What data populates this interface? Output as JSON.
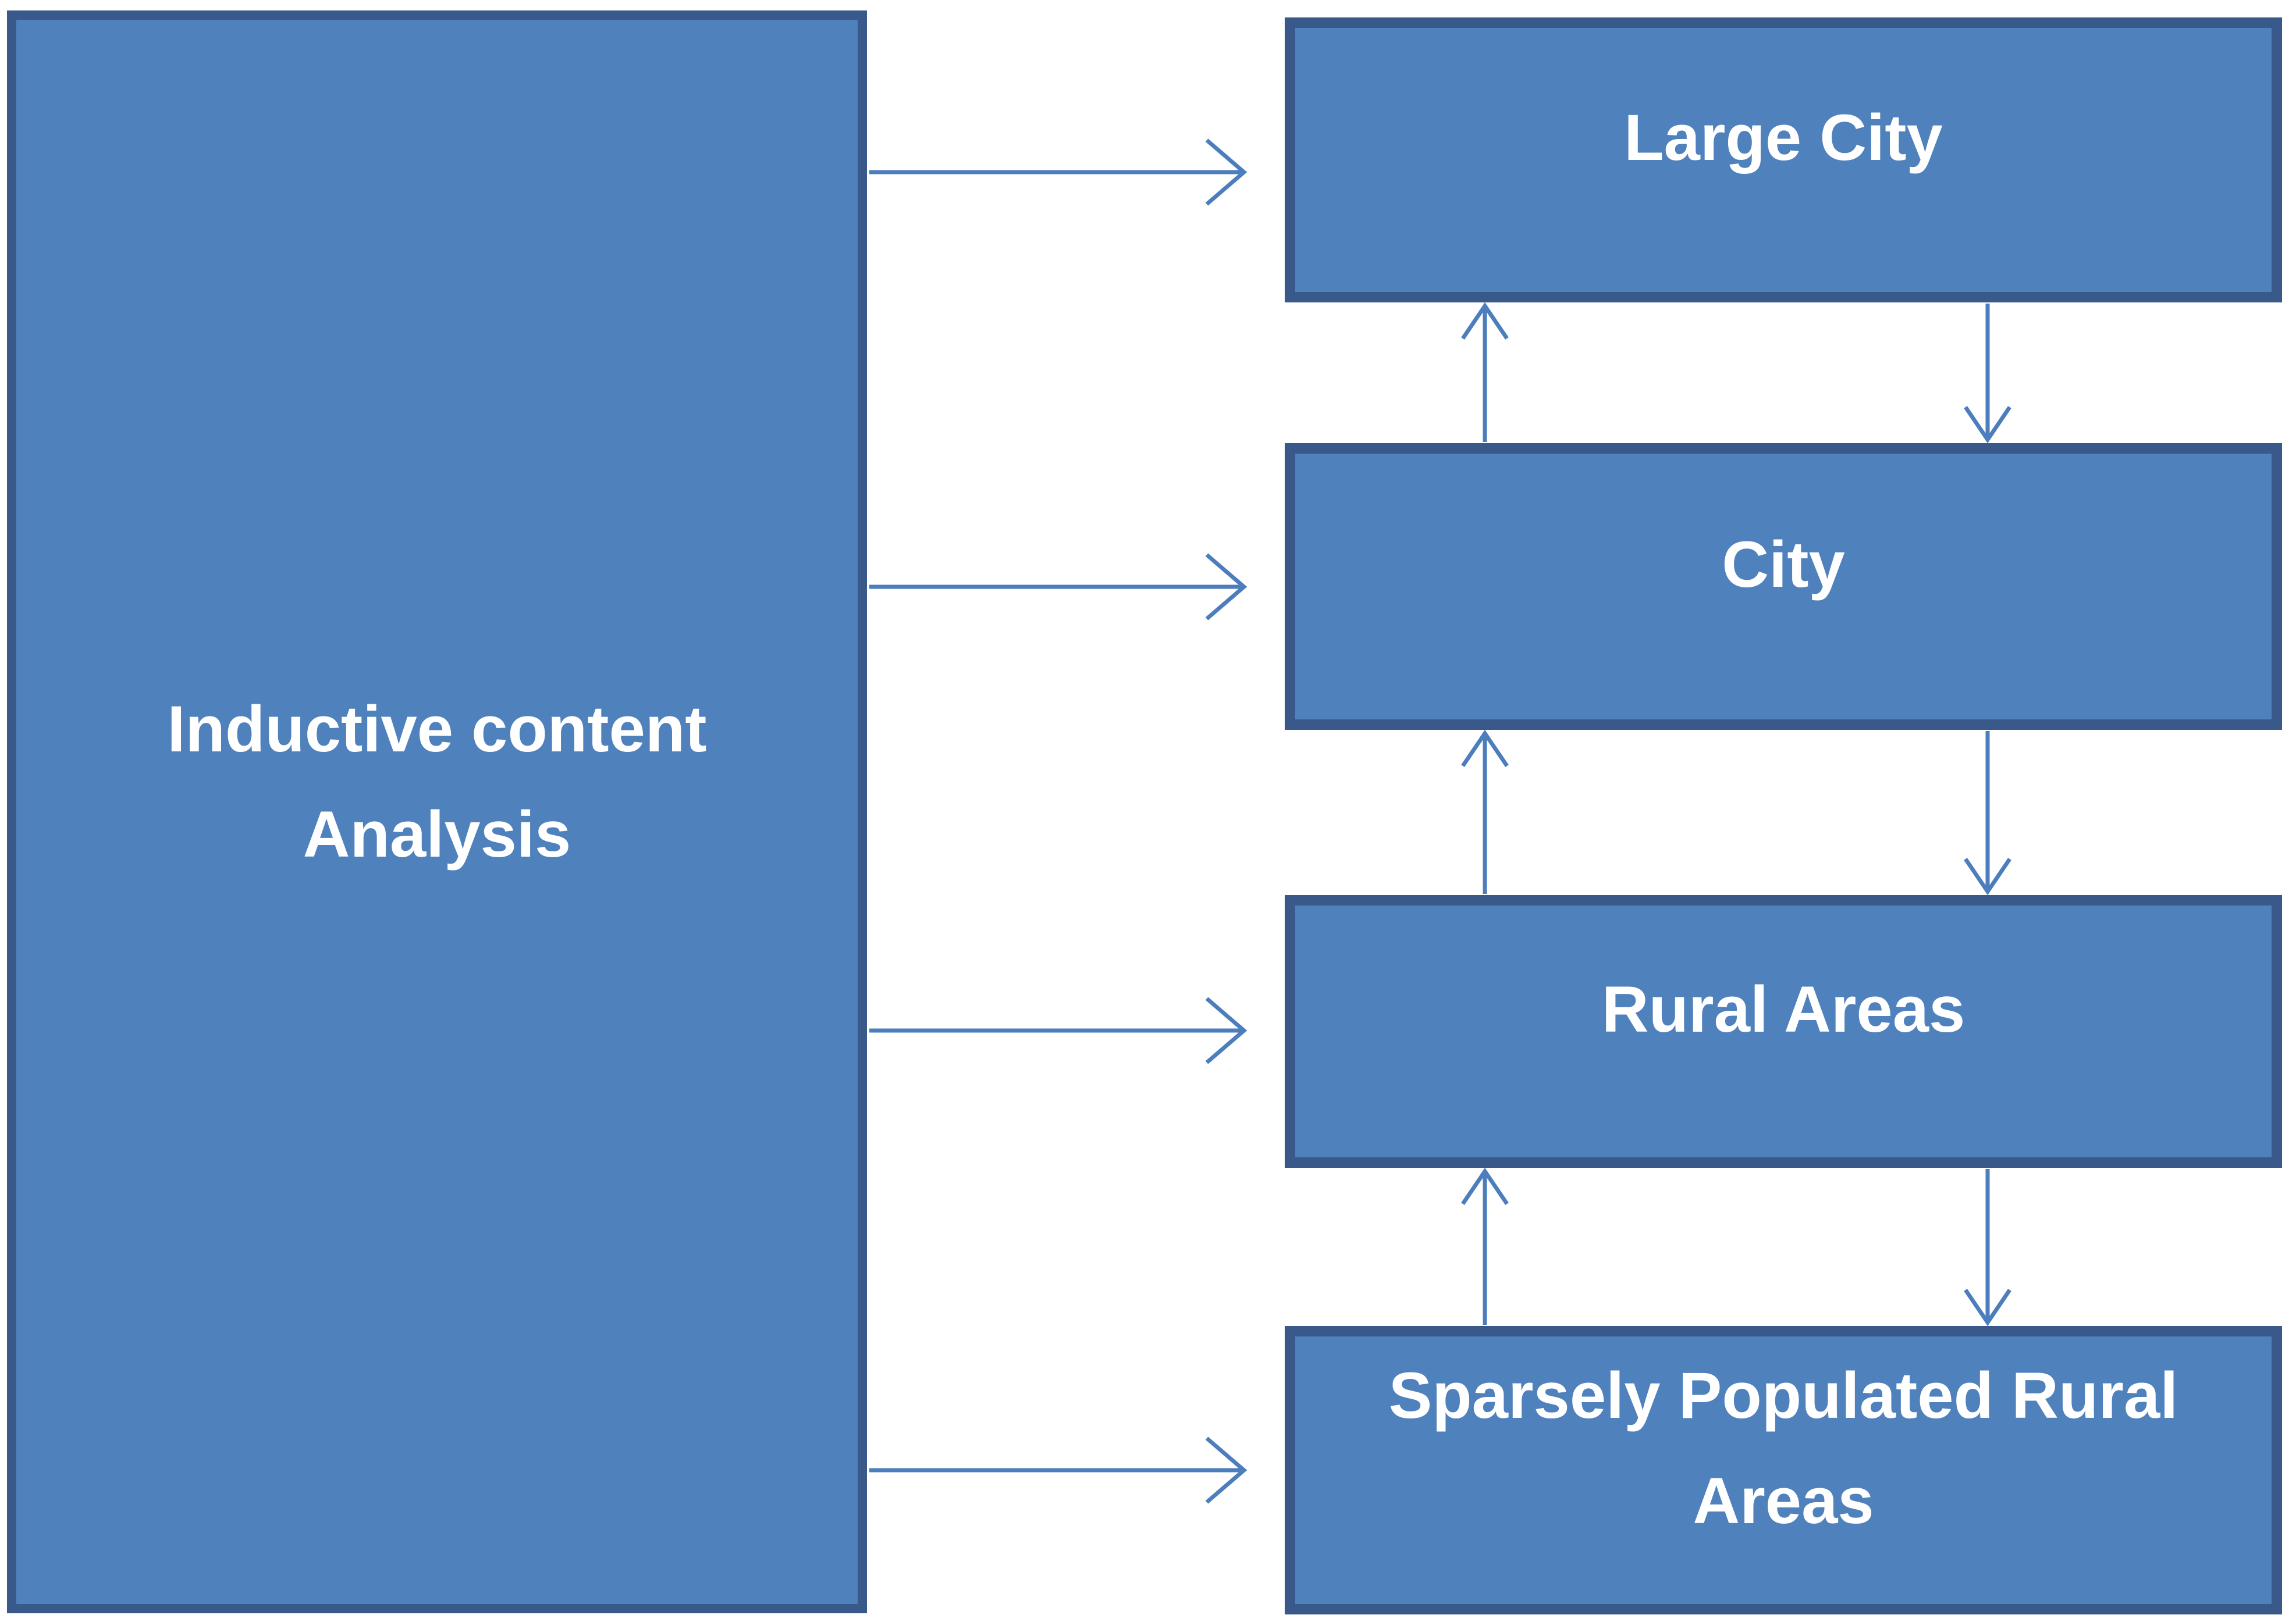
{
  "diagram": {
    "source_box": {
      "lines": [
        "Inductive content",
        "Analysis"
      ],
      "full_label": "Inductive content Analysis"
    },
    "category_boxes": [
      {
        "id": "large-city",
        "label": "Large City"
      },
      {
        "id": "city",
        "label": "City"
      },
      {
        "id": "rural-areas",
        "label": "Rural Areas"
      },
      {
        "id": "sparsely-populated-rural-areas",
        "label": "Sparsely Populated Rural Areas"
      }
    ],
    "arrows": [
      {
        "from": "Inductive content Analysis",
        "to": "Large City",
        "direction": "right",
        "style": "open-chevron"
      },
      {
        "from": "Inductive content Analysis",
        "to": "City",
        "direction": "right",
        "style": "open-chevron"
      },
      {
        "from": "Inductive content Analysis",
        "to": "Rural Areas",
        "direction": "right",
        "style": "open-chevron"
      },
      {
        "from": "Inductive content Analysis",
        "to": "Sparsely Populated Rural Areas",
        "direction": "right",
        "style": "open-chevron"
      },
      {
        "from": "City",
        "to": "Large City",
        "direction": "up",
        "style": "open-chevron"
      },
      {
        "from": "Large City",
        "to": "City",
        "direction": "down",
        "style": "open-chevron"
      },
      {
        "from": "Rural Areas",
        "to": "City",
        "direction": "up",
        "style": "open-chevron"
      },
      {
        "from": "City",
        "to": "Rural Areas",
        "direction": "down",
        "style": "open-chevron"
      },
      {
        "from": "Sparsely Populated Rural Areas",
        "to": "Rural Areas",
        "direction": "up",
        "style": "open-chevron"
      },
      {
        "from": "Rural Areas",
        "to": "Sparsely Populated Rural Areas",
        "direction": "down",
        "style": "open-chevron"
      }
    ],
    "colors": {
      "box_fill": "#4f81bd",
      "box_border": "#38598a",
      "arrow": "#4c7dbc",
      "label_text": "#ffffff",
      "background": "#ffffff"
    }
  }
}
